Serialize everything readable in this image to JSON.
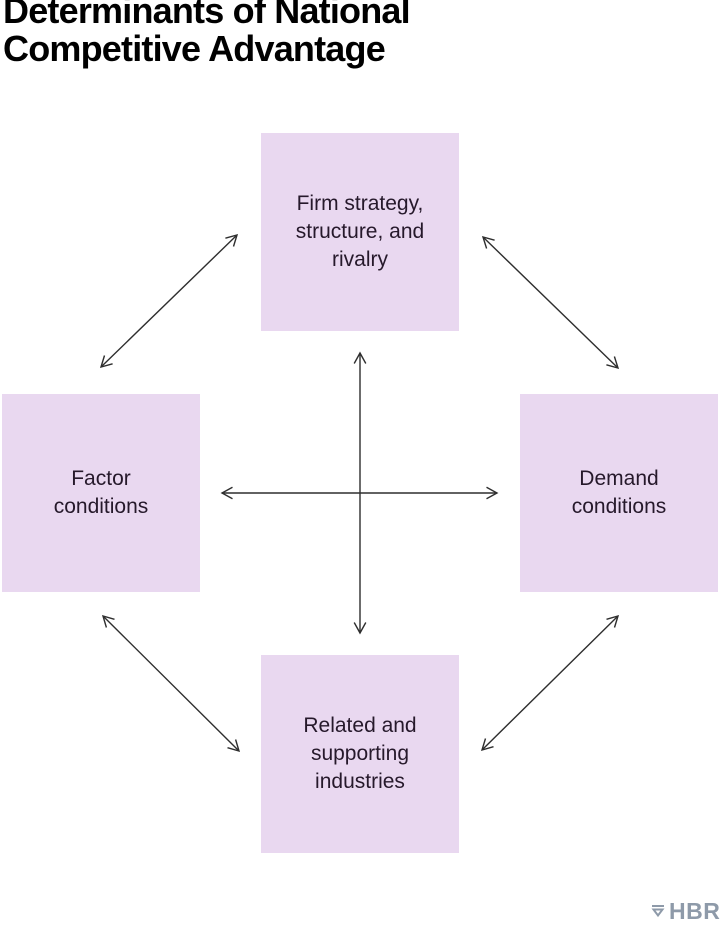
{
  "title": {
    "lines": [
      "Determinants of National",
      "Competitive Advantage"
    ]
  },
  "diagram": {
    "nodes": [
      {
        "id": "firm-strategy",
        "label": "Firm strategy, structure, and rivalry"
      },
      {
        "id": "factor-conditions",
        "label": "Factor conditions"
      },
      {
        "id": "demand-conditions",
        "label": "Demand conditions"
      },
      {
        "id": "related-supporting-industries",
        "label": "Related and supporting industries"
      }
    ],
    "edges": [
      {
        "from": "firm-strategy",
        "to": "factor-conditions",
        "bidirectional": true,
        "geometry": "top-left"
      },
      {
        "from": "firm-strategy",
        "to": "demand-conditions",
        "bidirectional": true,
        "geometry": "top-right"
      },
      {
        "from": "factor-conditions",
        "to": "related-supporting-industries",
        "bidirectional": true,
        "geometry": "bottom-left"
      },
      {
        "from": "demand-conditions",
        "to": "related-supporting-industries",
        "bidirectional": true,
        "geometry": "bottom-right"
      },
      {
        "from": "firm-strategy",
        "to": "related-supporting-industries",
        "bidirectional": true,
        "geometry": "vertical"
      },
      {
        "from": "factor-conditions",
        "to": "demand-conditions",
        "bidirectional": true,
        "geometry": "horizontal"
      }
    ],
    "colors": {
      "node_bg": "#e9d8f0",
      "node_text": "#26192b",
      "arrow": "#2e2e2e"
    }
  },
  "footer": {
    "brand": "HBR",
    "color": "#8e9aa9"
  }
}
